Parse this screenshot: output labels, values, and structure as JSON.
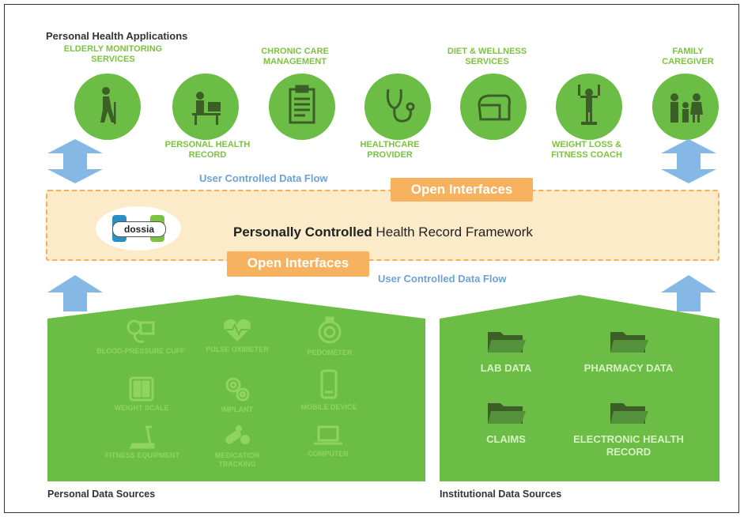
{
  "header": "Personal Health Applications",
  "apps": {
    "elderly": "ELDERLY MONITORING SERVICES",
    "phr": "PERSONAL HEALTH RECORD",
    "chronic": "CHRONIC CARE MANAGEMENT",
    "provider": "HEALTHCARE PROVIDER",
    "diet": "DIET & WELLNESS SERVICES",
    "weight": "WEIGHT LOSS & FITNESS COACH",
    "family": "FAMILY CAREGIVER"
  },
  "flow_top": "User Controlled Data Flow",
  "flow_bottom": "User Controlled Data Flow",
  "open_interfaces_top": "Open Interfaces",
  "open_interfaces_bottom": "Open Interfaces",
  "logo_text": "dossia",
  "framework_bold": "Personally Controlled",
  "framework_rest": " Health Record Framework",
  "personal_devices": {
    "bp": "BLOOD-PRESSURE CUFF",
    "pulse": "PULSE OXIMETER",
    "pedometer": "PEDOMETER",
    "scale": "WEIGHT SCALE",
    "implant": "IMPLANT",
    "mobile": "MOBILE DEVICE",
    "fitness": "FITNESS EQUIPMENT",
    "medication": "MEDICATION TRACKING",
    "computer": "COMPUTER"
  },
  "institutional": {
    "lab": "LAB DATA",
    "pharmacy": "PHARMACY DATA",
    "claims": "CLAIMS",
    "ehr": "ELECTRONIC HEALTH RECORD"
  },
  "personal_label": "Personal Data Sources",
  "institutional_label": "Institutional Data Sources",
  "colors": {
    "green": "#6bbd45",
    "orange": "#f6b25e",
    "blue": "#86b8e6",
    "band": "#fcebc9"
  }
}
